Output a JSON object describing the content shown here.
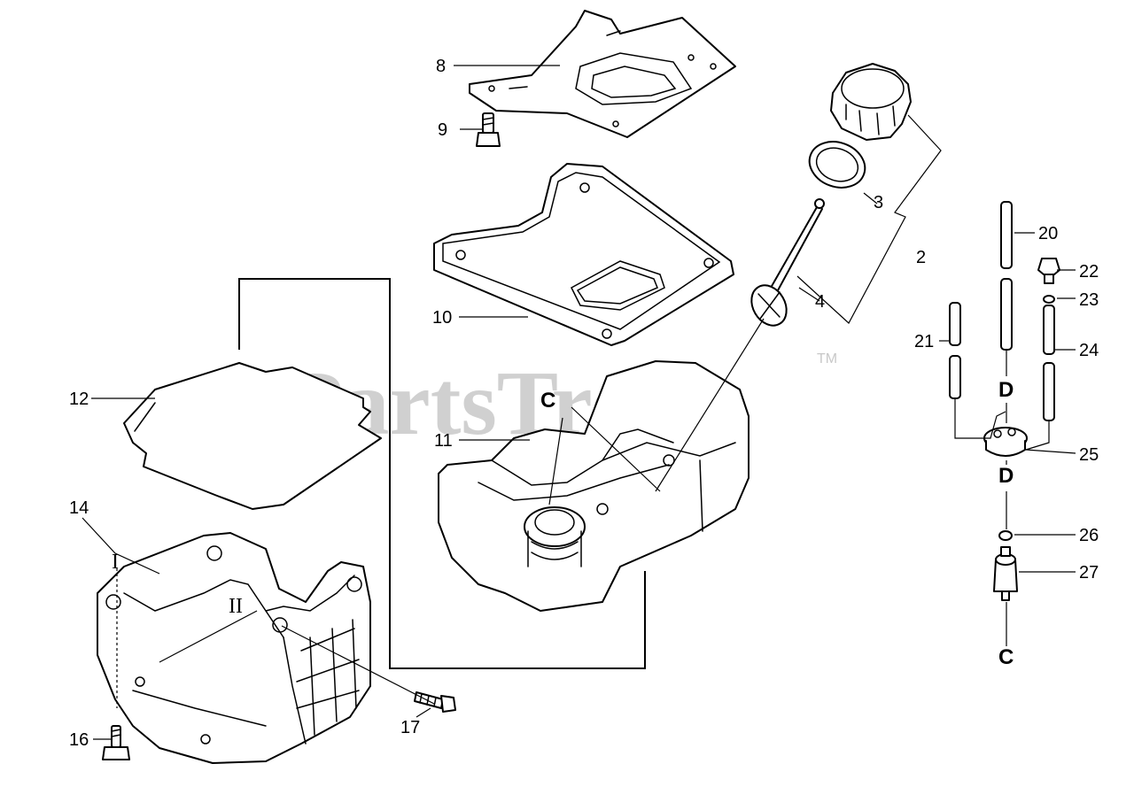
{
  "watermark": {
    "text": "PartsTree",
    "trademark": "TM"
  },
  "callouts": [
    {
      "id": "c2",
      "text": "2"
    },
    {
      "id": "c3",
      "text": "3"
    },
    {
      "id": "c4",
      "text": "4"
    },
    {
      "id": "c8",
      "text": "8"
    },
    {
      "id": "c9",
      "text": "9"
    },
    {
      "id": "c10",
      "text": "10"
    },
    {
      "id": "c11",
      "text": "11"
    },
    {
      "id": "c12",
      "text": "12"
    },
    {
      "id": "c14",
      "text": "14"
    },
    {
      "id": "c16",
      "text": "16"
    },
    {
      "id": "c17",
      "text": "17"
    },
    {
      "id": "c20",
      "text": "20"
    },
    {
      "id": "c21",
      "text": "21"
    },
    {
      "id": "c22",
      "text": "22"
    },
    {
      "id": "c23",
      "text": "23"
    },
    {
      "id": "c24",
      "text": "24"
    },
    {
      "id": "c25",
      "text": "25"
    },
    {
      "id": "c26",
      "text": "26"
    },
    {
      "id": "c27",
      "text": "27"
    }
  ],
  "connectors": {
    "c_tank": "C",
    "d_upper": "D",
    "d_lower": "D",
    "c_filter": "C"
  },
  "roman_marks": {
    "mark_1": "I",
    "mark_2": "II"
  }
}
